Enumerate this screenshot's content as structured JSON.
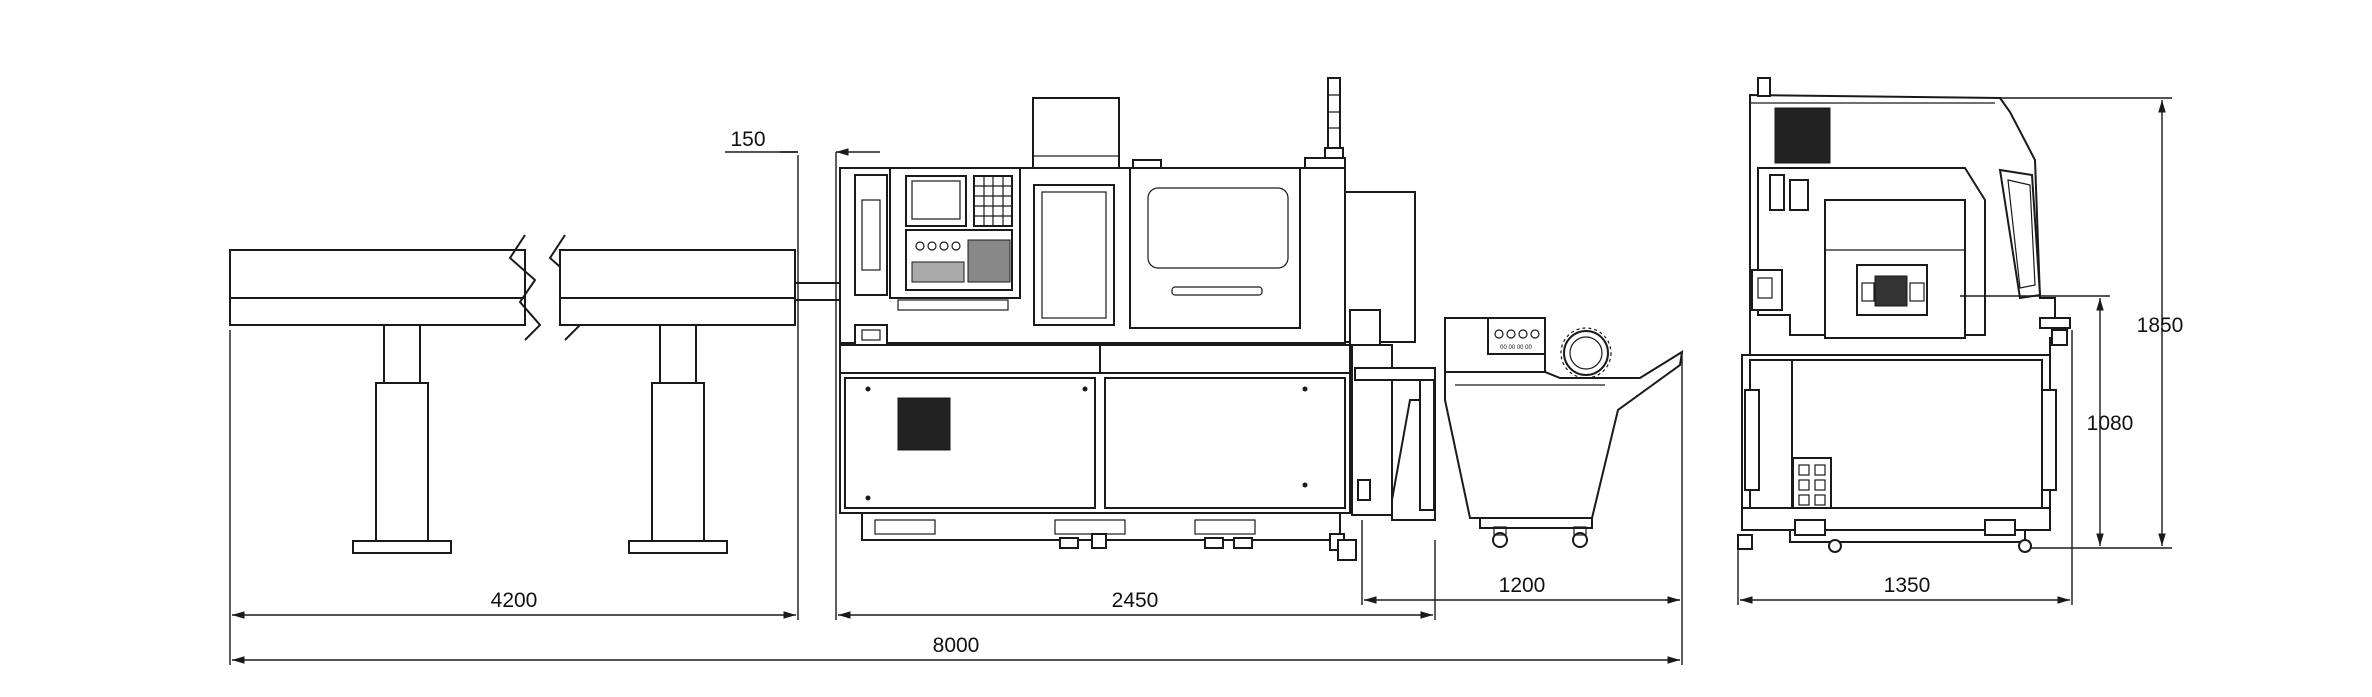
{
  "dimensions": {
    "bar_feeder_length": "4200",
    "gap_top": "150",
    "machine_length": "2450",
    "conveyor_length": "1200",
    "total_length": "8000",
    "machine_depth": "1350",
    "total_height": "1850",
    "spindle_height": "1080"
  },
  "control_panel": {
    "buttons_label": "00 00 00 00"
  },
  "colors": {
    "line": "#1a1a1a",
    "background": "#ffffff",
    "dark_panel": "#222222"
  }
}
